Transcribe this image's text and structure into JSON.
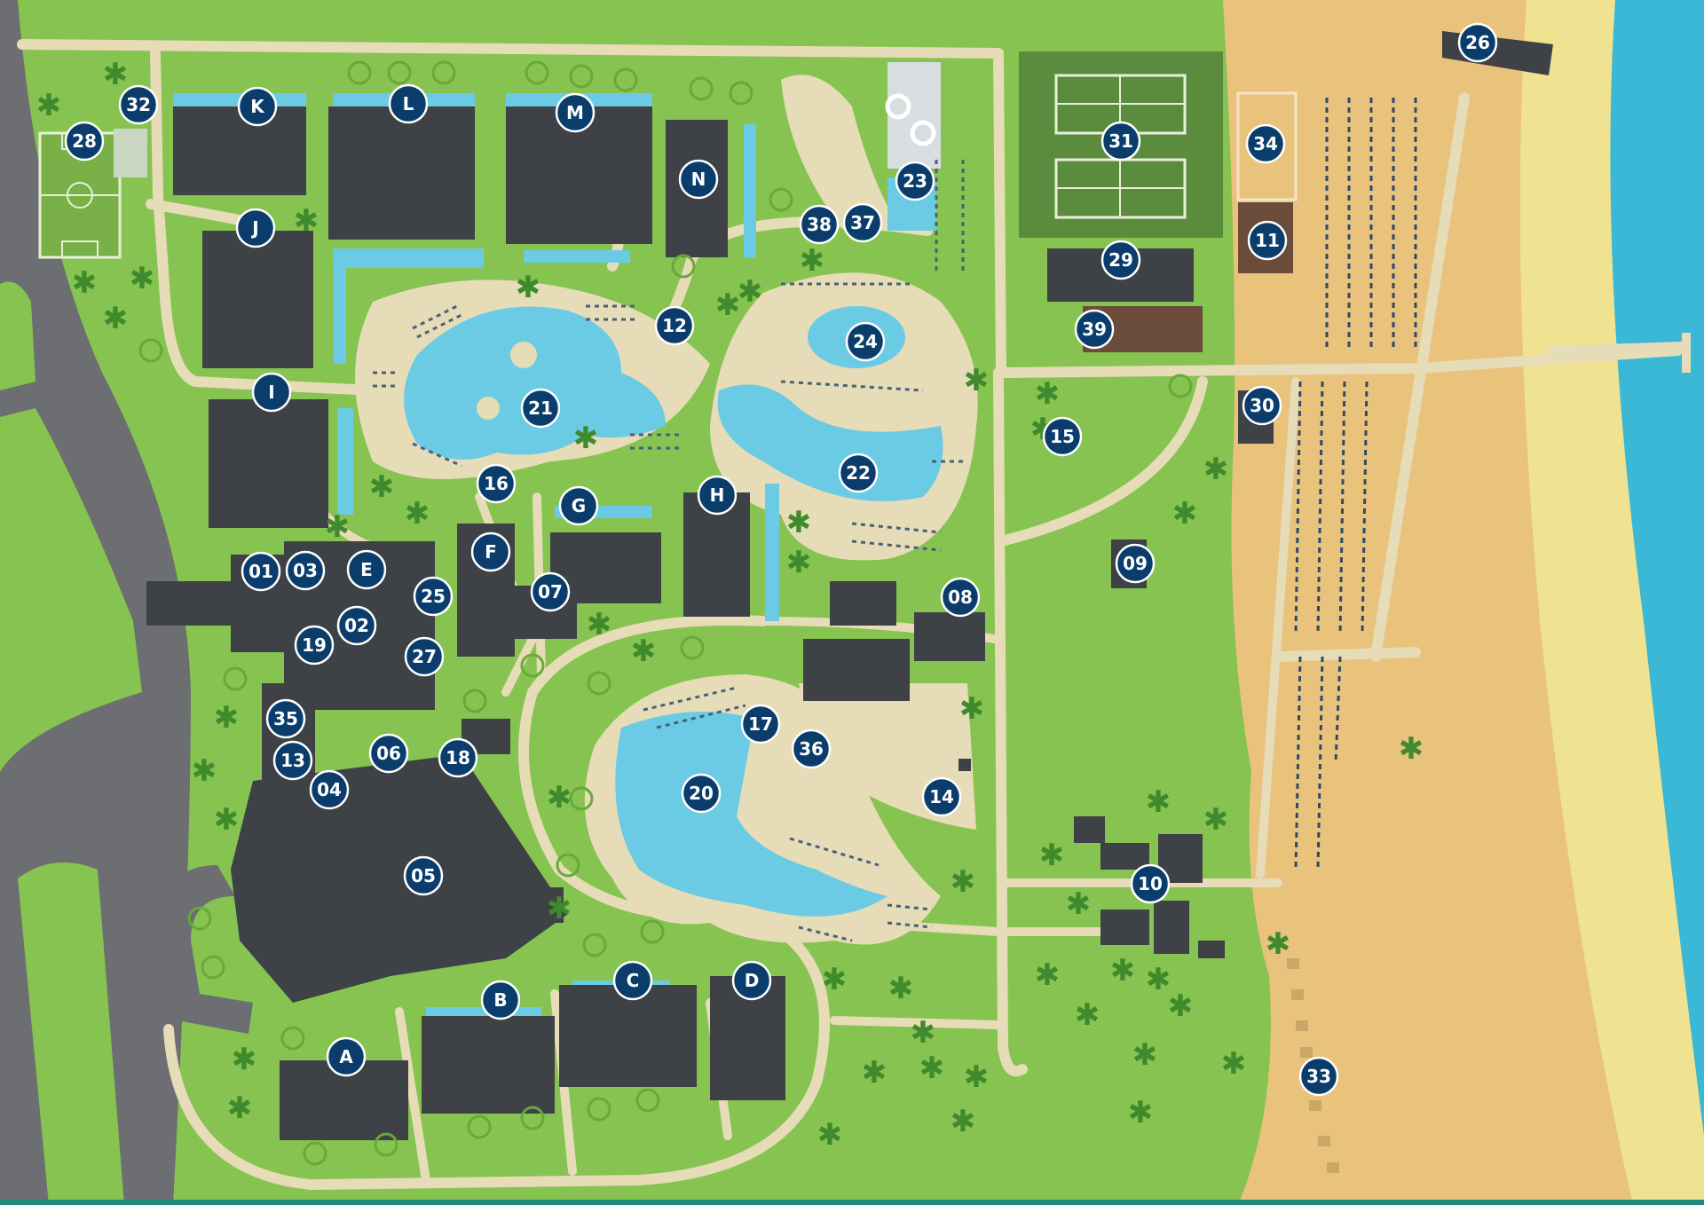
{
  "colors": {
    "grass": "#86c350",
    "path": "#e6dcb8",
    "building": "#3e4145",
    "pool": "#6ccbe4",
    "sand": "#e9c27c",
    "sand_light": "#efe290",
    "sea": "#3ab8d6",
    "road": "#6d6e71",
    "court": "#5b8c3e",
    "marker": "#0a3d6b",
    "bottom_bar": "#1e8a7a"
  },
  "markers": [
    {
      "label": "K",
      "icon": "building-marker"
    },
    {
      "label": "L",
      "icon": "building-marker"
    },
    {
      "label": "M",
      "icon": "building-marker"
    },
    {
      "label": "N",
      "icon": "building-marker"
    },
    {
      "label": "J",
      "icon": "building-marker"
    },
    {
      "label": "I",
      "icon": "building-marker"
    },
    {
      "label": "G",
      "icon": "building-marker"
    },
    {
      "label": "H",
      "icon": "building-marker"
    },
    {
      "label": "F",
      "icon": "building-marker"
    },
    {
      "label": "E",
      "icon": "building-marker"
    },
    {
      "label": "A",
      "icon": "building-marker"
    },
    {
      "label": "B",
      "icon": "building-marker"
    },
    {
      "label": "C",
      "icon": "building-marker"
    },
    {
      "label": "D",
      "icon": "building-marker"
    },
    {
      "label": "01",
      "icon": "facility-marker"
    },
    {
      "label": "02",
      "icon": "facility-marker"
    },
    {
      "label": "03",
      "icon": "facility-marker"
    },
    {
      "label": "04",
      "icon": "facility-marker"
    },
    {
      "label": "05",
      "icon": "facility-marker"
    },
    {
      "label": "06",
      "icon": "facility-marker"
    },
    {
      "label": "07",
      "icon": "facility-marker"
    },
    {
      "label": "08",
      "icon": "facility-marker"
    },
    {
      "label": "09",
      "icon": "facility-marker"
    },
    {
      "label": "10",
      "icon": "facility-marker"
    },
    {
      "label": "11",
      "icon": "facility-marker"
    },
    {
      "label": "12",
      "icon": "facility-marker"
    },
    {
      "label": "13",
      "icon": "facility-marker"
    },
    {
      "label": "14",
      "icon": "facility-marker"
    },
    {
      "label": "15",
      "icon": "facility-marker"
    },
    {
      "label": "16",
      "icon": "facility-marker"
    },
    {
      "label": "17",
      "icon": "facility-marker"
    },
    {
      "label": "18",
      "icon": "facility-marker"
    },
    {
      "label": "19",
      "icon": "facility-marker"
    },
    {
      "label": "20",
      "icon": "pool-marker"
    },
    {
      "label": "21",
      "icon": "pool-marker"
    },
    {
      "label": "22",
      "icon": "pool-marker"
    },
    {
      "label": "23",
      "icon": "pool-marker"
    },
    {
      "label": "24",
      "icon": "pool-marker"
    },
    {
      "label": "25",
      "icon": "facility-marker"
    },
    {
      "label": "26",
      "icon": "pier-marker"
    },
    {
      "label": "27",
      "icon": "facility-marker"
    },
    {
      "label": "28",
      "icon": "soccer-field-marker"
    },
    {
      "label": "29",
      "icon": "facility-marker"
    },
    {
      "label": "30",
      "icon": "facility-marker"
    },
    {
      "label": "31",
      "icon": "tennis-court-marker"
    },
    {
      "label": "32",
      "icon": "facility-marker"
    },
    {
      "label": "33",
      "icon": "beach-marker"
    },
    {
      "label": "34",
      "icon": "facility-marker"
    },
    {
      "label": "35",
      "icon": "facility-marker"
    },
    {
      "label": "36",
      "icon": "facility-marker"
    },
    {
      "label": "37",
      "icon": "facility-marker"
    },
    {
      "label": "38",
      "icon": "facility-marker"
    },
    {
      "label": "39",
      "icon": "playground-marker"
    }
  ]
}
